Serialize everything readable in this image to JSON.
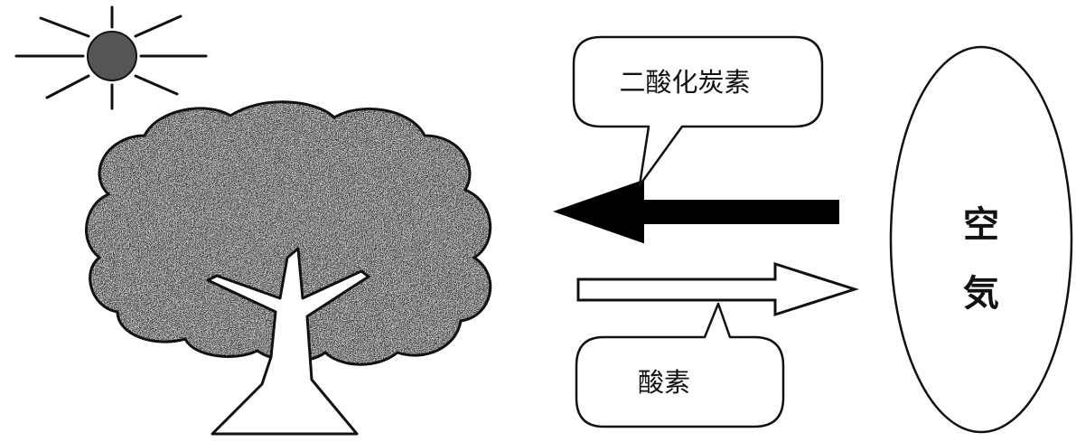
{
  "labels": {
    "co2": "二酸化炭素",
    "oxygen": "酸素",
    "air_char1": "空",
    "air_char2": "気"
  },
  "colors": {
    "ink": "#000000",
    "paper": "#ffffff",
    "foliage": "#6f6f6f"
  },
  "icons": {
    "sun": "sun-icon",
    "tree": "tree-icon"
  }
}
